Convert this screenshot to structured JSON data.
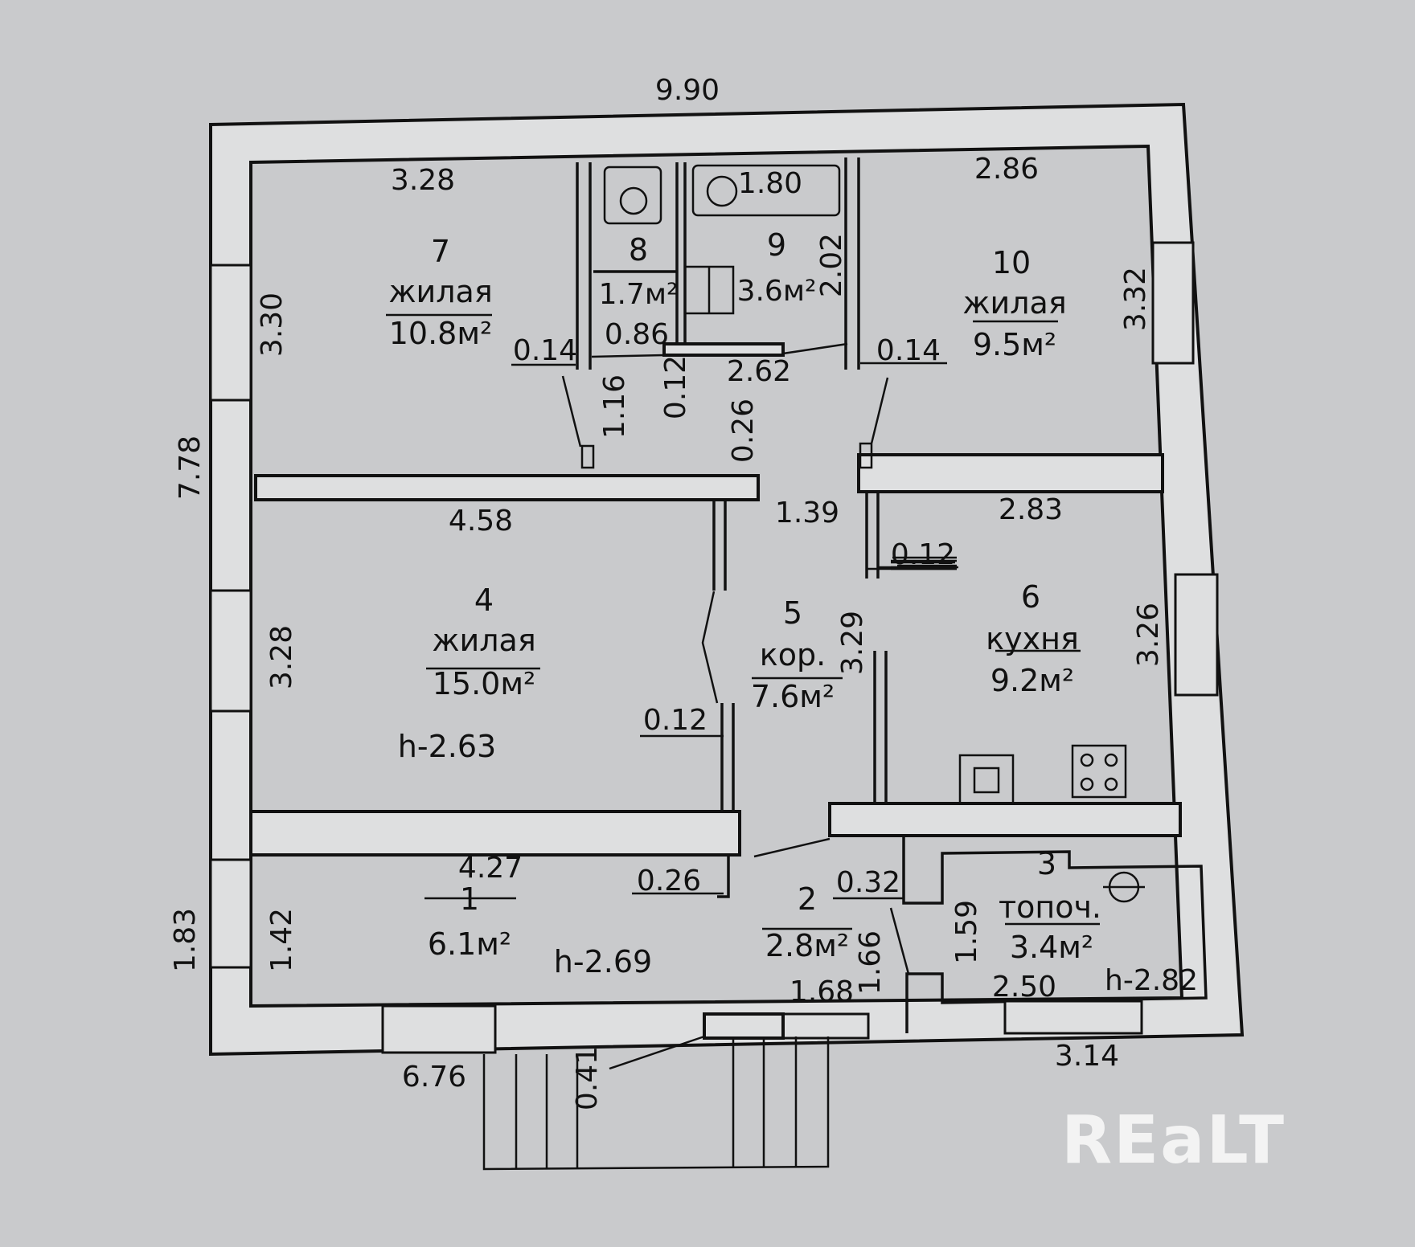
{
  "plan": {
    "overall_width": "9.90",
    "overall_depth": "7.78",
    "bottom_left_length": "6.76",
    "bottom_right_length": "3.14",
    "left_lower_outer": "1.83",
    "rooms": [
      {
        "number": "7",
        "type": "жилая",
        "area": "10.8м²",
        "dim_top": "3.28",
        "dim_side": "3.30"
      },
      {
        "number": "8",
        "area": "1.7м²",
        "dim": "0.86"
      },
      {
        "number": "9",
        "area": "3.6м²",
        "dim_top": "1.80",
        "dim_side": "2.02"
      },
      {
        "number": "10",
        "type": "жилая",
        "area": "9.5м²",
        "dim_top": "2.86",
        "dim_side": "3.32"
      },
      {
        "number": "4",
        "type": "жилая",
        "area": "15.0м²",
        "dim_top": "4.58",
        "dim_side": "3.28",
        "height": "h-2.63"
      },
      {
        "number": "5",
        "type": "кор.",
        "area": "7.6м²",
        "dim_side": "3.29",
        "dim_width": "1.39"
      },
      {
        "number": "6",
        "type": "кухня",
        "area": "9.2м²",
        "dim_top": "2.83",
        "dim_side": "3.26"
      },
      {
        "number": "1",
        "area": "6.1м²",
        "dim_top": "4.27",
        "dim_side": "1.42",
        "height": "h-2.69"
      },
      {
        "number": "2",
        "area": "2.8м²",
        "dim_side": "1.66",
        "dim_bottom": "1.68"
      },
      {
        "number": "3",
        "type": "топоч.",
        "area": "3.4м²",
        "dim_side": "1.59",
        "dim_bottom": "2.50",
        "height": "h-2.82"
      }
    ],
    "misc_dims": {
      "wall_014_left": "0.14",
      "wall_014_right": "0.14",
      "door_116": "1.16",
      "wall_012_a": "0.12",
      "corridor_262": "2.62",
      "wall_026_a": "0.26",
      "wall_012_b": "0.12",
      "wall_012_c": "0.12",
      "wall_026_b": "0.26",
      "wall_032": "0.32",
      "step_041": "0.41"
    }
  },
  "watermark": "REaLT"
}
